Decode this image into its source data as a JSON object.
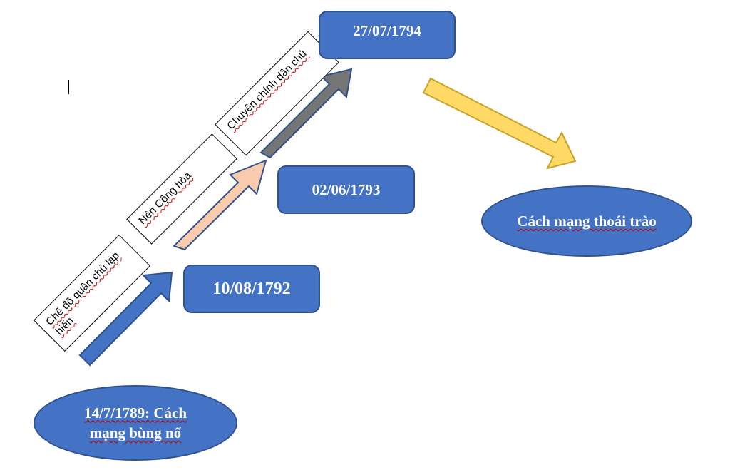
{
  "colors": {
    "blue": "#4472c4",
    "blue_border": "#2f528f",
    "peach": "#f8cbad",
    "gray": "#757575",
    "yellow": "#ffd966",
    "yellow_border": "#c9a227"
  },
  "events": {
    "start": "14/7/1789: Cách mạng bùng nổ",
    "d1": "10/08/1792",
    "d2": "02/06/1793",
    "d3": "27/07/1794",
    "end": "Cách mạng thoái trào"
  },
  "phases": {
    "p1": "Chế độ quân chủ lập hiến",
    "p2": "Nền Cộng hòa",
    "p3": "Chuyên chính dân chủ"
  }
}
